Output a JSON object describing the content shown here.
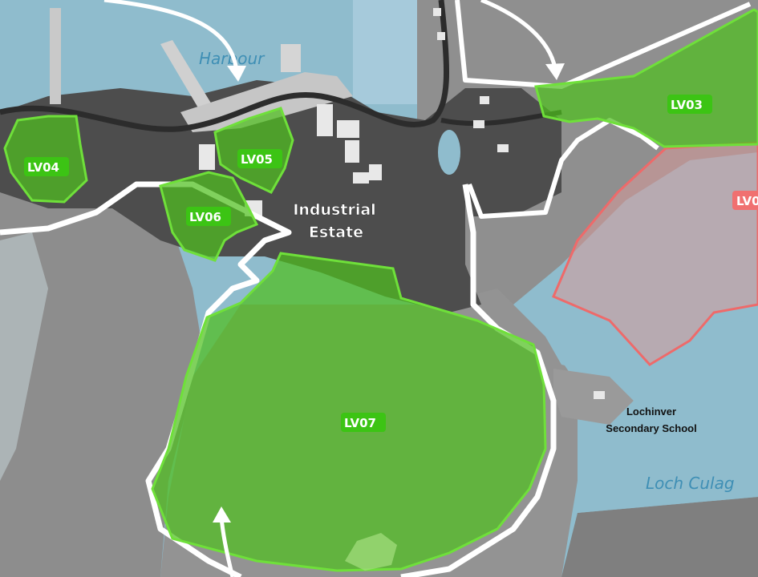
{
  "map": {
    "water_labels": {
      "harbour": "Harbour",
      "loch_culag": "Loch Culag"
    },
    "place_labels": {
      "industrial_line1": "Industrial",
      "industrial_line2": "Estate",
      "school_line1": "Lochinver",
      "school_line2": "Secondary School"
    },
    "zones": {
      "lv03": "LV03",
      "lv04": "LV04",
      "lv05": "LV05",
      "lv06": "LV06",
      "lv07": "LV07",
      "lv_partial": "LV0"
    },
    "colors": {
      "water": "#8fbccd",
      "land": "#8a8a8a",
      "dark_land": "#4d4d4d",
      "zone_fill": "#4fbf1f",
      "zone_stroke": "#6fe03a",
      "zone_label_bg": "#3cc414",
      "red_zone_fill": "#d99a9a",
      "red_zone_stroke": "#ee6a6a",
      "red_label_bg": "#f07070",
      "boundary": "#ffffff"
    }
  }
}
